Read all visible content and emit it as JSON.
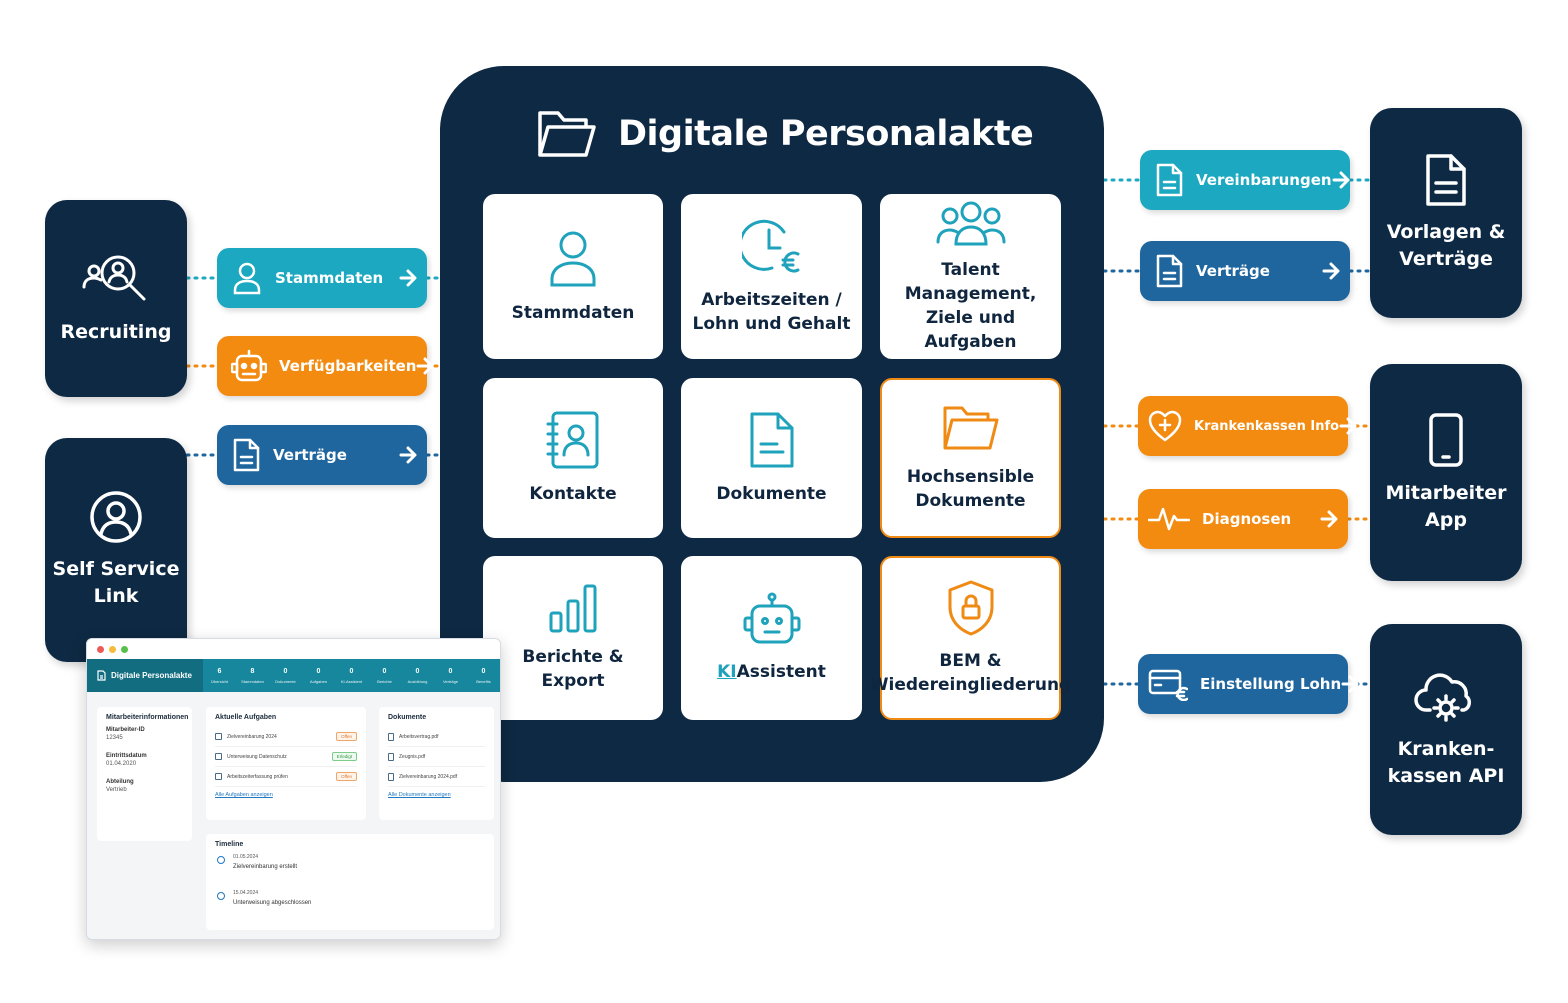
{
  "hub": {
    "title": "Digitale Personalakte",
    "modules": [
      {
        "label": "Stammdaten",
        "icon": "user-icon",
        "accent": false
      },
      {
        "label": "Arbeitszeiten /\nLohn und Gehalt",
        "icon": "clock-euro-icon",
        "accent": false
      },
      {
        "label": "Talent Management,\nZiele und Aufgaben",
        "icon": "team-icon",
        "accent": false
      },
      {
        "label": "Kontakte",
        "icon": "contact-book-icon",
        "accent": false
      },
      {
        "label": "Dokumente",
        "icon": "document-icon",
        "accent": false
      },
      {
        "label": "Hochsensible\nDokumente",
        "icon": "folder-icon",
        "accent": true
      },
      {
        "label": "Berichte &\nExport",
        "icon": "bar-chart-icon",
        "accent": false
      },
      {
        "label_ki": "KI",
        "label": "Assistent",
        "icon": "robot-icon",
        "accent": false
      },
      {
        "label": "BEM &\nWiedereingliederung",
        "icon": "shield-lock-icon",
        "accent": true
      }
    ]
  },
  "left": {
    "recruiting": {
      "label": "Recruiting",
      "icon": "recruiting-search-icon"
    },
    "self_service": {
      "label": "Self Service\nLink",
      "icon": "user-circle-icon"
    },
    "pills": [
      {
        "label": "Stammdaten",
        "icon": "user-icon",
        "color": "teal"
      },
      {
        "label": "Verfügbarkeiten",
        "icon": "robot-icon",
        "color": "orange"
      },
      {
        "label": "Verträge",
        "icon": "document-icon",
        "color": "blue"
      }
    ]
  },
  "right": {
    "boxes": [
      {
        "label": "Vorlagen &\nVerträge",
        "icon": "document-icon"
      },
      {
        "label": "Mitarbeiter\nApp",
        "icon": "smartphone-icon"
      },
      {
        "label": "Kranken-\nkassen API",
        "icon": "cloud-gear-icon"
      }
    ],
    "pills": [
      {
        "label": "Vereinbarungen",
        "icon": "document-icon",
        "color": "teal"
      },
      {
        "label": "Verträge",
        "icon": "document-icon",
        "color": "blue"
      },
      {
        "label": "Krankenkassen Info",
        "icon": "heart-plus-icon",
        "color": "orange"
      },
      {
        "label": "Diagnosen",
        "icon": "pulse-icon",
        "color": "orange"
      },
      {
        "label": "Einstellung Lohn",
        "icon": "card-euro-icon",
        "color": "blue"
      }
    ]
  },
  "app": {
    "brand": "Digitale Personalakte",
    "tabs": [
      {
        "count": "6",
        "name": "Übersicht"
      },
      {
        "count": "8",
        "name": "Stammdaten"
      },
      {
        "count": "0",
        "name": "Dokumente"
      },
      {
        "count": "0",
        "name": "Aufgaben"
      },
      {
        "count": "0",
        "name": "KI-Assistent"
      },
      {
        "count": "0",
        "name": "Berichte"
      },
      {
        "count": "0",
        "name": "Ausbildung"
      },
      {
        "count": "0",
        "name": "Verträge"
      },
      {
        "count": "0",
        "name": "Benefits"
      }
    ],
    "info": {
      "title": "Mitarbeiterinformationen",
      "fields": [
        {
          "label": "Mitarbeiter-ID",
          "value": "12345"
        },
        {
          "label": "Eintrittsdatum",
          "value": "01.04.2020"
        },
        {
          "label": "Abteilung",
          "value": "Vertrieb"
        }
      ]
    },
    "tasks": {
      "title": "Aktuelle Aufgaben",
      "items": [
        {
          "text": "Zielvereinbarung 2024",
          "status": "Offen",
          "tone": "red"
        },
        {
          "text": "Unterweisung Datenschutz",
          "status": "Erledigt",
          "tone": "green"
        },
        {
          "text": "Arbeitszeiterfassung prüfen",
          "status": "Offen",
          "tone": "red"
        }
      ],
      "link": "Alle Aufgaben anzeigen"
    },
    "docs": {
      "title": "Dokumente",
      "items": [
        "Arbeitsvertrag.pdf",
        "Zeugnis.pdf",
        "Zielvereinbarung 2024.pdf"
      ],
      "link": "Alle Dokumente anzeigen"
    },
    "timeline": {
      "title": "Timeline",
      "items": [
        {
          "date": "01.05.2024",
          "text": "Zielvereinbarung erstellt"
        },
        {
          "date": "15.04.2024",
          "text": "Unterweisung abgeschlossen"
        }
      ]
    }
  },
  "colors": {
    "navy": "#0e2943",
    "teal": "#1ba8c0",
    "blue": "#1f669e",
    "orange": "#f28b10"
  }
}
